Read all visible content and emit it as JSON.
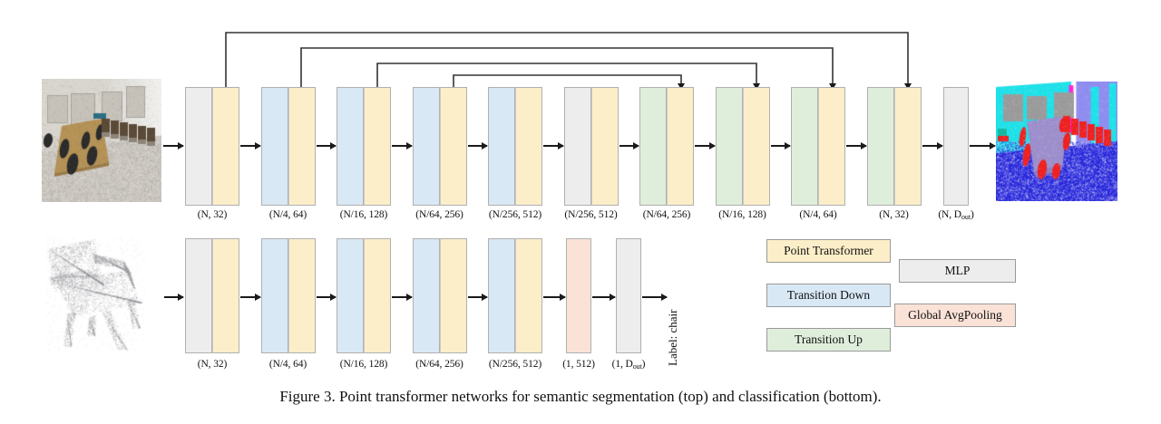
{
  "figure": {
    "caption": "Figure 3. Point transformer networks for semantic segmentation (top) and classification (bottom)."
  },
  "colors": {
    "point_transformer": "#fceec8",
    "transition_down": "#d9e8f5",
    "transition_up": "#dfeedb",
    "mlp": "#ededed",
    "global_avgpooling": "#fae2d7",
    "arrow": "#1a1a1a",
    "border": "#b0b0b0"
  },
  "legend": {
    "items": [
      {
        "label": "Point Transformer",
        "color_key": "point_transformer"
      },
      {
        "label": "Transition Down",
        "color_key": "transition_down"
      },
      {
        "label": "Transition Up",
        "color_key": "transition_up"
      },
      {
        "label": "MLP",
        "color_key": "mlp"
      },
      {
        "label": "Global AvgPooling",
        "color_key": "global_avgpooling"
      }
    ]
  },
  "segmentation_network": {
    "name": "semantic segmentation (top)",
    "input_image_alt": "indoor conference room point cloud",
    "output_image_alt": "semantic segmentation colored point cloud",
    "stages": [
      {
        "index": 0,
        "dim": "(N, 32)",
        "left": "mlp",
        "right": "point_transformer"
      },
      {
        "index": 1,
        "dim": "(N/4, 64)",
        "left": "transition_down",
        "right": "point_transformer"
      },
      {
        "index": 2,
        "dim": "(N/16, 128)",
        "left": "transition_down",
        "right": "point_transformer"
      },
      {
        "index": 3,
        "dim": "(N/64, 256)",
        "left": "transition_down",
        "right": "point_transformer"
      },
      {
        "index": 4,
        "dim": "(N/256, 512)",
        "left": "transition_down",
        "right": "point_transformer"
      },
      {
        "index": 5,
        "dim": "(N/256, 512)",
        "left": "mlp",
        "right": "point_transformer"
      },
      {
        "index": 6,
        "dim": "(N/64, 256)",
        "left": "transition_up",
        "right": "point_transformer"
      },
      {
        "index": 7,
        "dim": "(N/16, 128)",
        "left": "transition_up",
        "right": "point_transformer"
      },
      {
        "index": 8,
        "dim": "(N/4, 64)",
        "left": "transition_up",
        "right": "point_transformer"
      },
      {
        "index": 9,
        "dim": "(N, 32)",
        "left": "transition_up",
        "right": "point_transformer"
      },
      {
        "index": 10,
        "dim": "(N, D<sub>out</sub>)",
        "left": "mlp",
        "right": null
      }
    ],
    "skip_connections": [
      {
        "from_stage": 0,
        "to_stage": 9
      },
      {
        "from_stage": 1,
        "to_stage": 8
      },
      {
        "from_stage": 2,
        "to_stage": 7
      },
      {
        "from_stage": 3,
        "to_stage": 6
      }
    ]
  },
  "classification_network": {
    "name": "classification (bottom)",
    "input_image_alt": "chair point cloud",
    "output_label": "Label: chair",
    "stages": [
      {
        "index": 0,
        "dim": "(N, 32)",
        "left": "mlp",
        "right": "point_transformer"
      },
      {
        "index": 1,
        "dim": "(N/4, 64)",
        "left": "transition_down",
        "right": "point_transformer"
      },
      {
        "index": 2,
        "dim": "(N/16, 128)",
        "left": "transition_down",
        "right": "point_transformer"
      },
      {
        "index": 3,
        "dim": "(N/64, 256)",
        "left": "transition_down",
        "right": "point_transformer"
      },
      {
        "index": 4,
        "dim": "(N/256, 512)",
        "left": "transition_down",
        "right": "point_transformer"
      },
      {
        "index": 5,
        "dim": "(1, 512)",
        "left": "global_avgpooling",
        "right": null
      },
      {
        "index": 6,
        "dim": "(1, D<sub>out</sub>)",
        "left": "mlp",
        "right": null
      }
    ]
  }
}
